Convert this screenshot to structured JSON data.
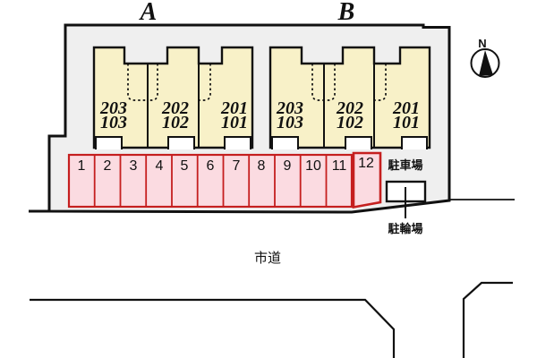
{
  "buildings": [
    {
      "label": "A",
      "units": [
        {
          "upper": "203",
          "lower": "103"
        },
        {
          "upper": "202",
          "lower": "102"
        },
        {
          "upper": "201",
          "lower": "101"
        }
      ]
    },
    {
      "label": "B",
      "units": [
        {
          "upper": "203",
          "lower": "103"
        },
        {
          "upper": "202",
          "lower": "102"
        },
        {
          "upper": "201",
          "lower": "101"
        }
      ]
    }
  ],
  "parking": {
    "label": "駐車場",
    "spaces": [
      "1",
      "2",
      "3",
      "4",
      "5",
      "6",
      "7",
      "8",
      "9",
      "10",
      "11",
      "12"
    ]
  },
  "bicycle_parking": {
    "label": "駐輪場"
  },
  "road": {
    "label": "市道"
  },
  "compass": {
    "north": "N"
  },
  "colors": {
    "site_fill": "#efefef",
    "building_fill": "#f8f1c8",
    "parking_fill": "#fbdbe1",
    "parking_border": "#c51f1f",
    "outline": "#111111"
  }
}
